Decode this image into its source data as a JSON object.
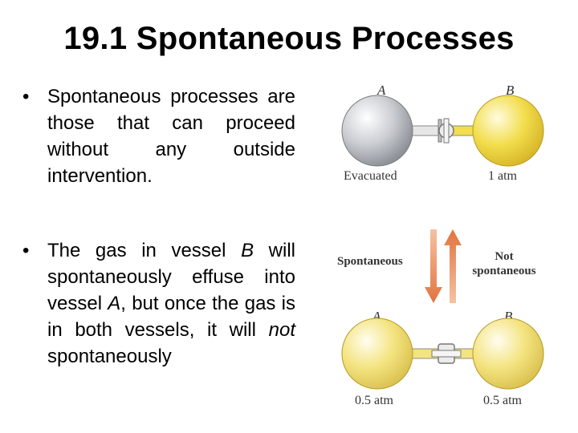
{
  "slide": {
    "title": "19.1  Spontaneous Processes",
    "bullet_symbol": "•",
    "bullet1": {
      "text": "Spontaneous processes are those that can proceed without any outside intervention."
    },
    "bullet2": {
      "text_pre": "The gas in vessel ",
      "italic_b": "B",
      "text_mid": " will spontaneously effuse into vessel ",
      "italic_a": "A",
      "text_mid2": ", but once the gas is in both vessels, it will ",
      "italic_not": "not",
      "text_post": " spontaneously"
    }
  },
  "figure": {
    "top": {
      "label_a": "A",
      "label_b": "B",
      "caption_a": "Evacuated",
      "caption_b": "1 atm",
      "color_a": "#c9ccd1",
      "color_b": "#f2de4e"
    },
    "middle": {
      "left_label": "Spontaneous",
      "right_label_line1": "Not",
      "right_label_line2": "spontaneous",
      "arrow_down_color": "#e8895a",
      "arrow_up_color": "#e8895a"
    },
    "bottom": {
      "label_a": "A",
      "label_b": "B",
      "caption_a": "0.5 atm",
      "caption_b": "0.5 atm",
      "color_a": "#f2e27a",
      "color_b": "#f2e27a"
    }
  }
}
